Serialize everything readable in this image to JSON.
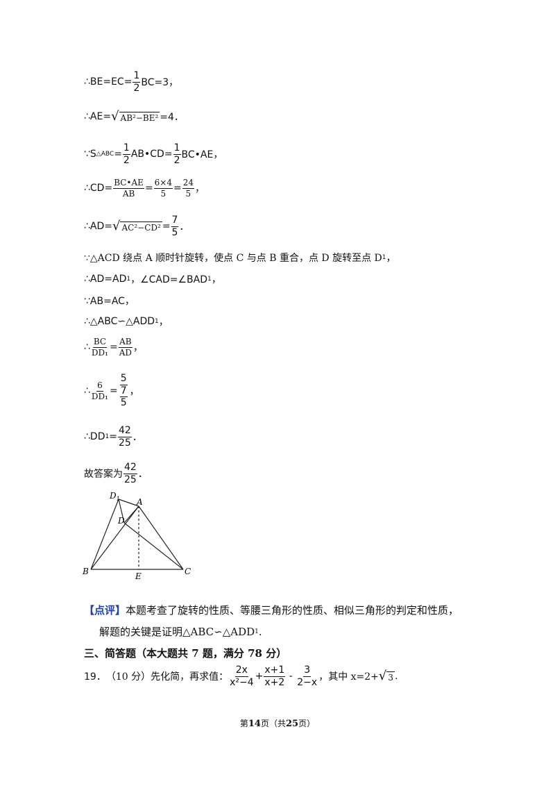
{
  "lines": {
    "l1": {
      "prefix": "∴BE=EC=",
      "num": "1",
      "den": "2",
      "suffix": "BC=3，"
    },
    "l2": {
      "prefix": "∴AE=",
      "radicand": "AB²−BE²",
      "suffix": "=4．"
    },
    "l3": {
      "prefix": "∵S",
      "sub": "△ABC",
      "eq": "=",
      "num1": "1",
      "den1": "2",
      "mid": "AB•CD=",
      "num2": "1",
      "den2": "2",
      "suffix": "BC•AE，"
    },
    "l4": {
      "prefix": "∴CD=",
      "num1": "BC•AE",
      "den1": "AB",
      "eq1": "=",
      "num2": "6×4",
      "den2": "5",
      "eq2": "=",
      "num3": "24",
      "den3": "5",
      "suffix": "，"
    },
    "l5": {
      "prefix": "∴AD=",
      "radicand": "AC²−CD²",
      "eq": "=",
      "num": "7",
      "den": "5",
      "suffix": "．"
    },
    "l6": {
      "text": "∵△ACD 绕点 A 顺时针旋转，使点 C 与点 B 重合，点 D 旋转至点 D",
      "sub": "1",
      "suffix": "，"
    },
    "l7": {
      "text": "∴AD=AD",
      "sub": "1",
      "mid": "，∠CAD=∠BAD",
      "sub2": "1",
      "suffix": "，"
    },
    "l8": {
      "text": "∵AB=AC，"
    },
    "l9": {
      "text": "∴△ABC∽△ADD",
      "sub": "1",
      "suffix": "，"
    },
    "l10": {
      "prefix": "∴",
      "num1": "BC",
      "den1": "DD₁",
      "eq": "=",
      "num2": "AB",
      "den2": "AD",
      "suffix": "，"
    },
    "l11": {
      "prefix": "∴",
      "num1": "6",
      "den1": "DD₁",
      "eq": "=",
      "num2": "5",
      "den2a": "7",
      "den2b": "5",
      "suffix": "，"
    },
    "l12": {
      "prefix": "∴DD",
      "sub": "1",
      "eq": "=",
      "num": "42",
      "den": "25",
      "suffix": "．"
    },
    "l13": {
      "prefix": "故答案为",
      "num": "42",
      "den": "25",
      "suffix": "．"
    }
  },
  "figure": {
    "labels": {
      "D1": "D",
      "D1_sub": "1",
      "A": "A",
      "D": "D",
      "B": "B",
      "E": "E",
      "C": "C"
    }
  },
  "comment": {
    "tag": "【点评】",
    "text1": "本题考查了旋转的性质、等腰三角形的性质、相似三角形的判定和性质，",
    "text2": "解题的关键是证明△ABC∽△ADD",
    "text2_sub": "1",
    "text2_end": "."
  },
  "section": {
    "title": "三、简答题（本大题共 7 题，满分 78 分）"
  },
  "question": {
    "number": "19．",
    "score": "（10 分）先化简，再求值：",
    "f1_num": "2x",
    "f1_den": "x²−4",
    "plus": "+",
    "f2_num": "x+1",
    "f2_den": "x+2",
    "minus": " - ",
    "f3_num": "3",
    "f3_den": "2−x",
    "tail": "，其中 x=2+",
    "sqrt": "3",
    "end": "."
  },
  "footer": {
    "prefix": "第",
    "page": "14",
    "mid": "页（共",
    "total": "25",
    "suffix": "页）"
  }
}
